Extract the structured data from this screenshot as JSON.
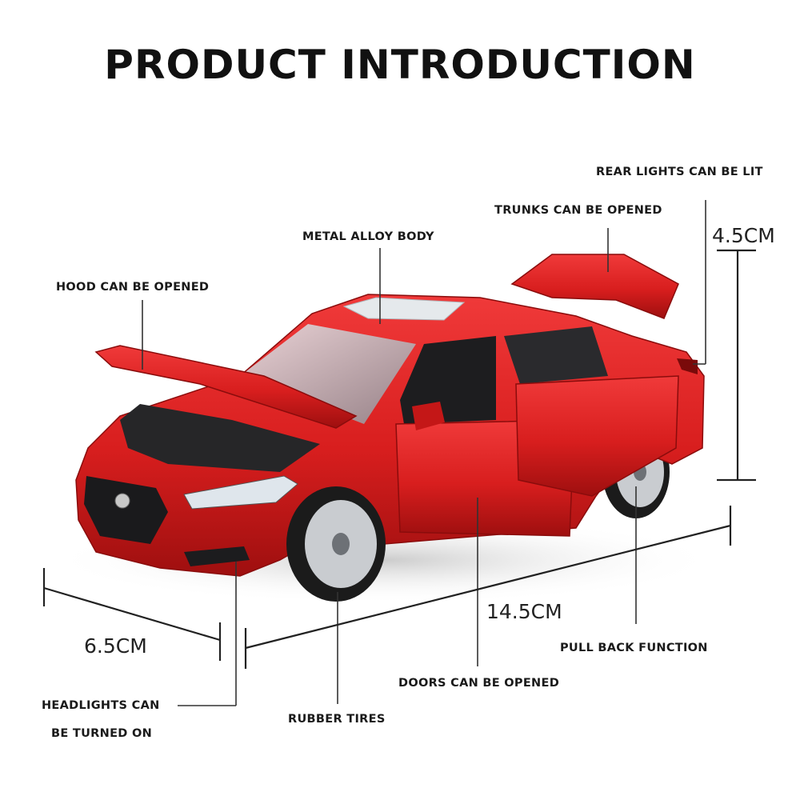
{
  "title": "PRODUCT INTRODUCTION",
  "features": {
    "rear_lights": "REAR LIGHTS CAN BE LIT",
    "trunks": "TRUNKS CAN BE OPENED",
    "metal_body": "METAL ALLOY BODY",
    "hood": "HOOD CAN BE OPENED",
    "pull_back": "PULL BACK FUNCTION",
    "doors": "DOORS CAN BE OPENED",
    "headlights_line1": "HEADLIGHTS CAN",
    "headlights_line2": "BE TURNED ON",
    "tires": "RUBBER TIRES"
  },
  "dimensions": {
    "height": "4.5CM",
    "length": "14.5CM",
    "width": "6.5CM"
  },
  "colors": {
    "car_body": "#d81e1e",
    "car_shadow": "#9e0f0f",
    "text": "#1a1a1a"
  }
}
